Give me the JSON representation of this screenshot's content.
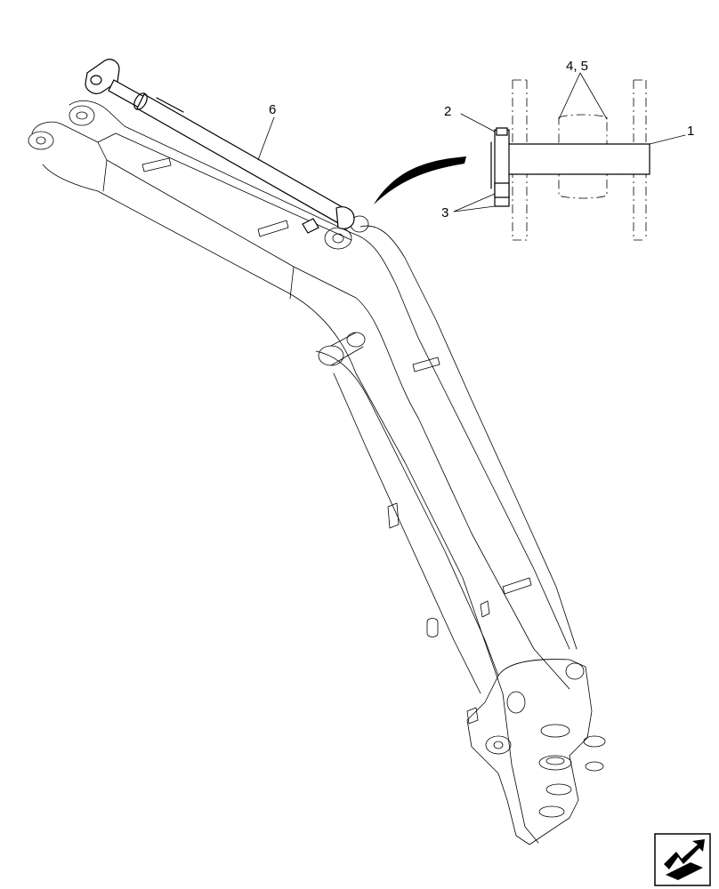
{
  "diagram": {
    "callouts": {
      "c1": "1",
      "c2": "2",
      "c3": "3",
      "c45": "4, 5",
      "c6": "6"
    },
    "icons": {
      "nav": "next-page-arrow-icon"
    }
  }
}
